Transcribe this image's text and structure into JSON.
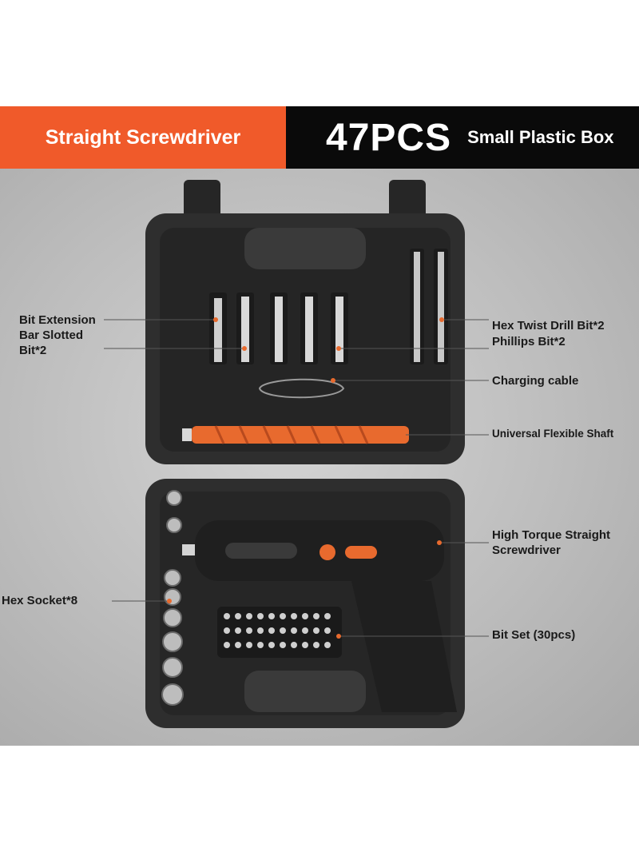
{
  "banner": {
    "left_title": "Straight Screwdriver",
    "count": "47PCS",
    "box_label": "Small Plastic Box"
  },
  "callouts": {
    "bit_extension": "Bit Extension\nBar Slotted\nBit*2",
    "hex_twist": "Hex Twist Drill Bit*2",
    "phillips": "Phillips Bit*2",
    "charging_cable": "Charging cable",
    "flex_shaft": "Universal Flexible Shaft",
    "high_torque": "High Torque Straight\nScrewdriver",
    "hex_socket": "Hex Socket*8",
    "bit_set": "Bit Set (30pcs)"
  },
  "colors": {
    "accent_orange": "#f05a2a",
    "banner_black": "#0a0a0a",
    "case_dark": "#2b2b2b"
  }
}
